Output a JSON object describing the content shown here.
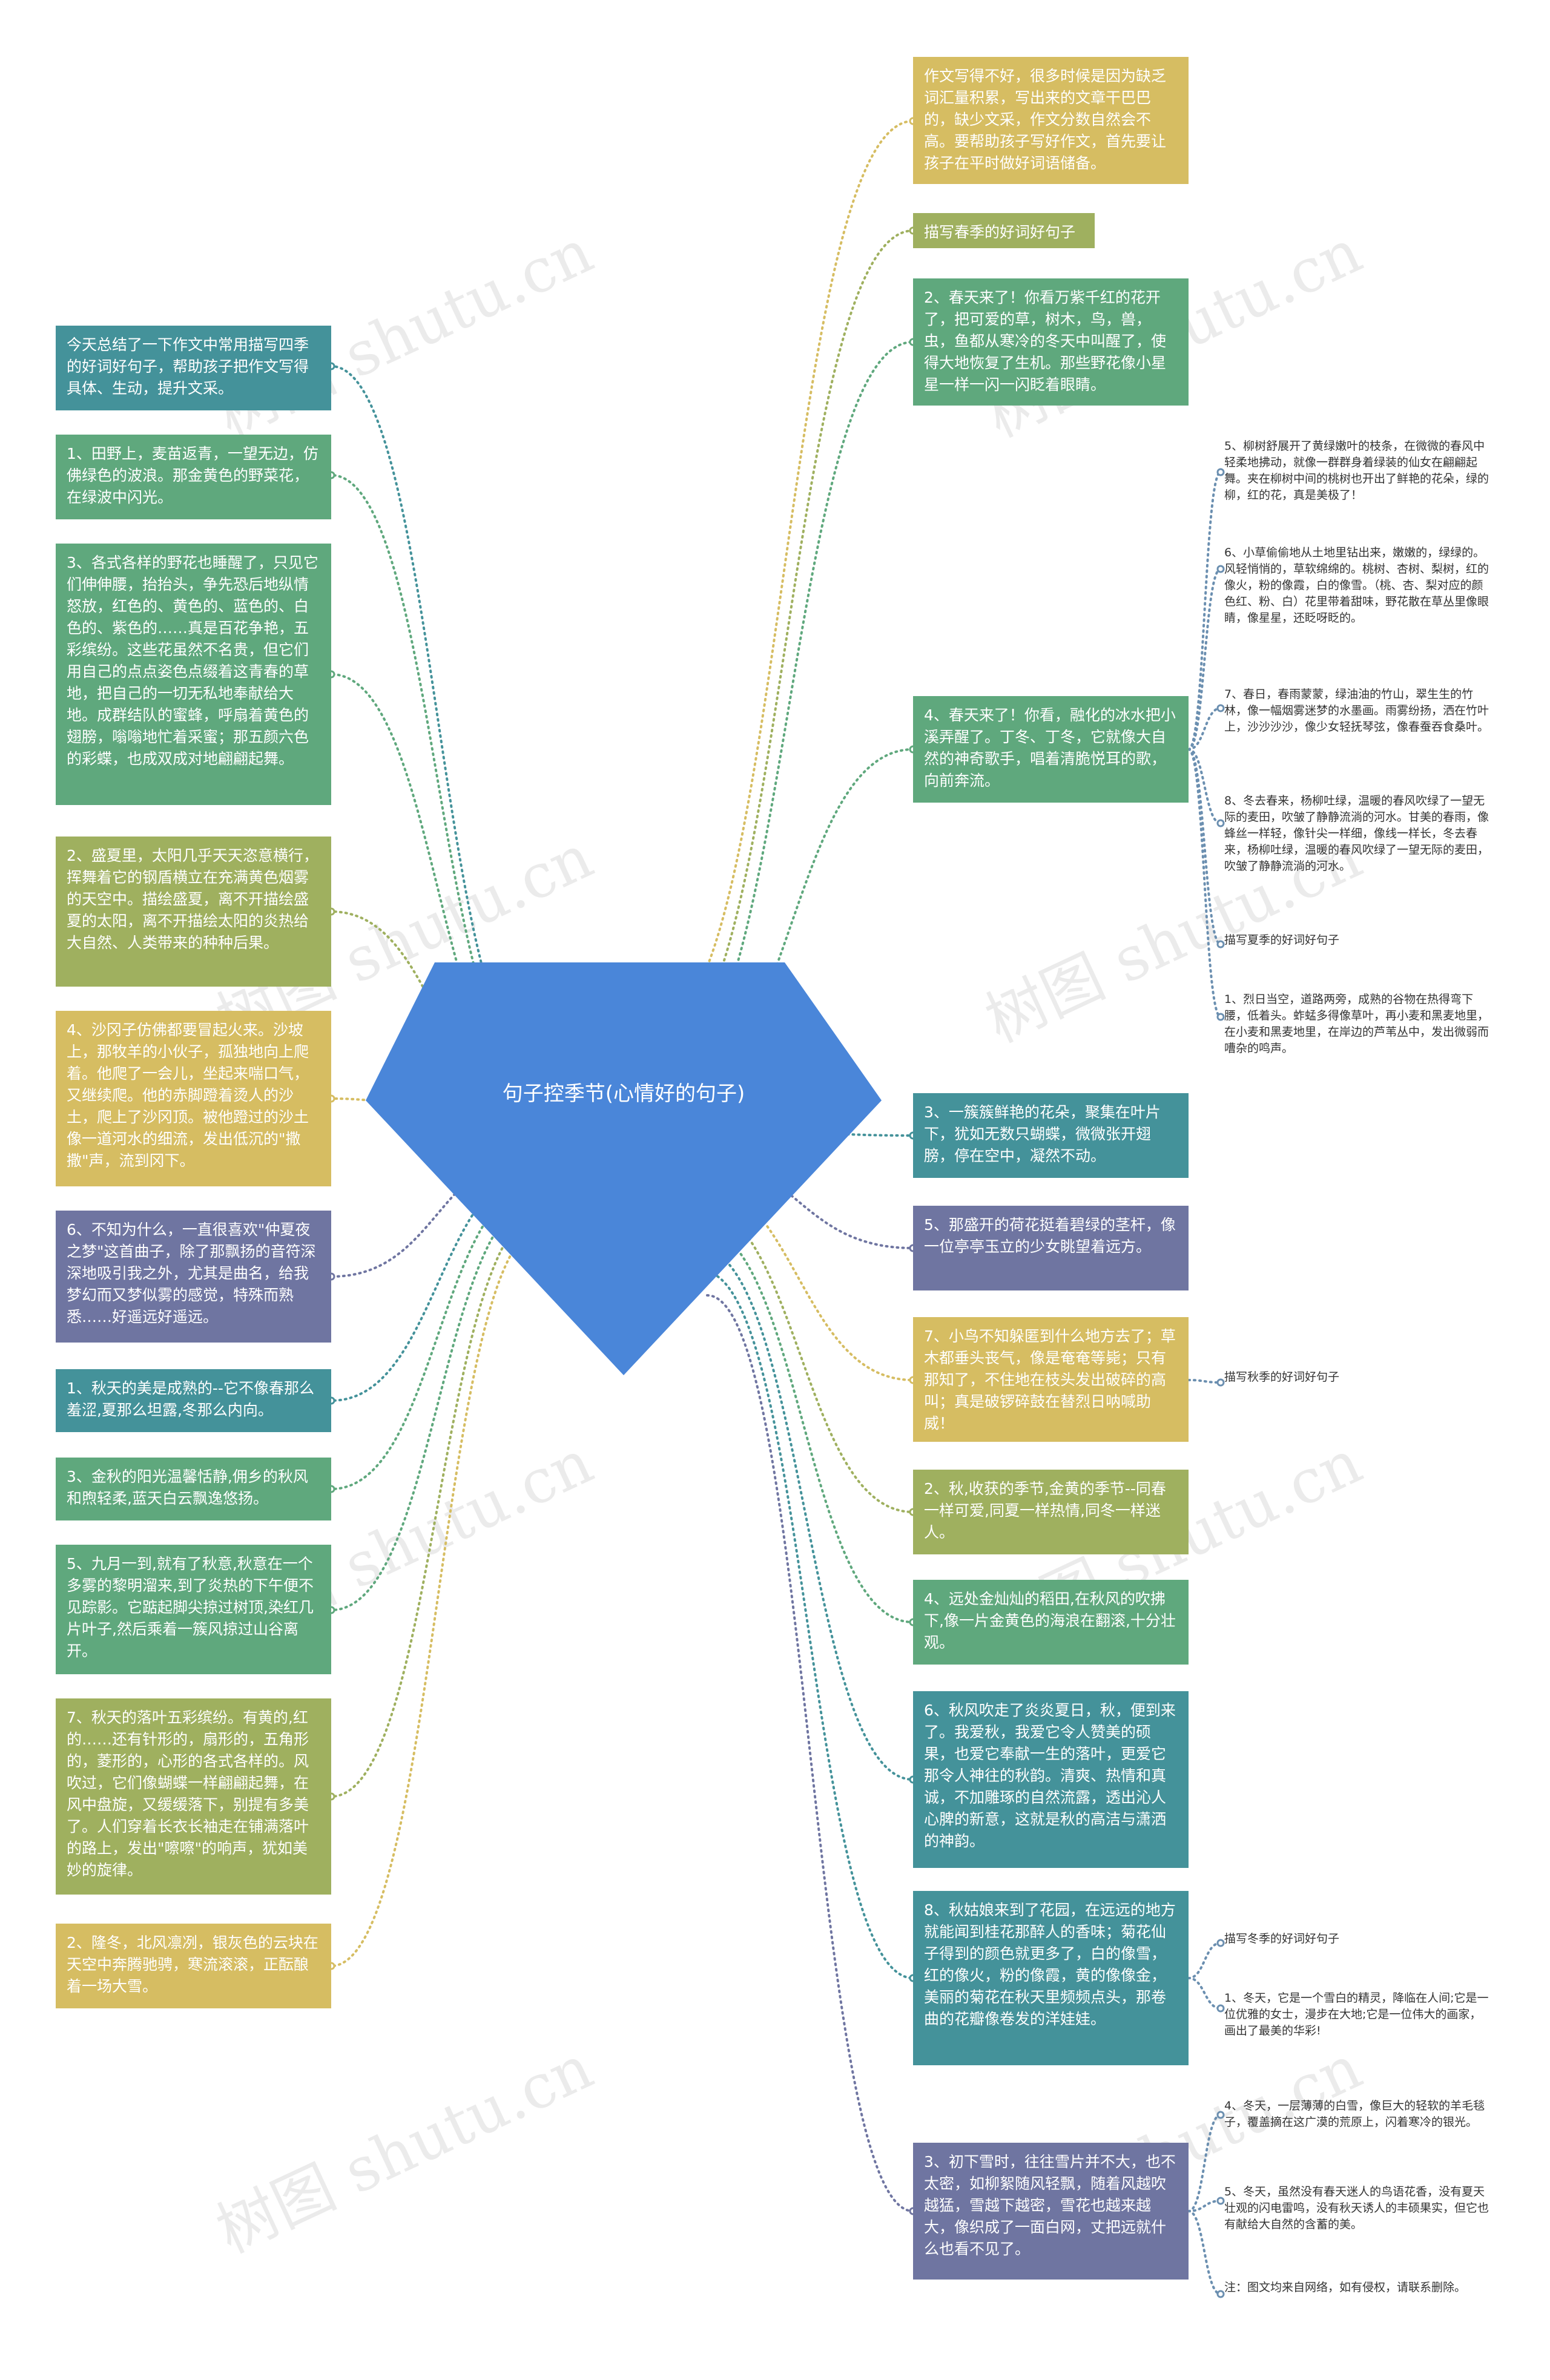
{
  "root": {
    "title": "句子控季节(心情好的句子)"
  },
  "left_nodes": [
    "今天总结了一下作文中常用描写四季的好词好句子，帮助孩子把作文写得具体、生动，提升文采。",
    "1、田野上，麦苗返青，一望无边，仿佛绿色的波浪。那金黄色的野菜花，在绿波中闪光。",
    "3、各式各样的野花也睡醒了，只见它们伸伸腰，抬抬头，争先恐后地纵情怒放，红色的、黄色的、蓝色的、白色的、紫色的……真是百花争艳，五彩缤纷。这些花虽然不名贵，但它们用自己的点点姿色点缀着这青春的草地，把自己的一切无私地奉献给大地。成群结队的蜜蜂，呼扇着黄色的翅膀，嗡嗡地忙着采蜜；那五颜六色的彩蝶，也成双成对地翩翩起舞。",
    "2、盛夏里，太阳几乎天天恣意横行，挥舞着它的钢盾横立在充满黄色烟雾的天空中。描绘盛夏，离不开描绘盛夏的太阳，离不开描绘太阳的炎热给大自然、人类带来的种种后果。",
    "4、沙冈子仿佛都要冒起火来。沙坡上，那牧羊的小伙子，孤独地向上爬着。他爬了一会儿，坐起来喘口气，又继续爬。他的赤脚蹬着烫人的沙土，爬上了沙冈顶。被他蹬过的沙土像一道河水的细流，发出低沉的\"撒撒\"声，流到冈下。",
    "6、不知为什么，一直很喜欢\"仲夏夜之梦\"这首曲子，除了那飘扬的音符深深地吸引我之外，尤其是曲名，给我梦幻而又梦似雾的感觉，特殊而熟悉……好遥远好遥远。",
    "1、秋天的美是成熟的--它不像春那么羞涩,夏那么坦露,冬那么内向。",
    "3、金秋的阳光温馨恬静,佣乡的秋风和煦轻柔,蓝天白云飘逸悠扬。",
    "5、九月一到,就有了秋意,秋意在一个多雾的黎明溜来,到了炎热的下午便不见踪影。它踮起脚尖掠过树顶,染红几片叶子,然后乘着一簇风掠过山谷离开。",
    "7、秋天的落叶五彩缤纷。有黄的,红的……还有针形的，扇形的，五角形的，菱形的，心形的各式各样的。风吹过，它们像蝴蝶一样翩翩起舞，在风中盘旋，又缓缓落下，别提有多美了。人们穿着长衣长袖走在铺满落叶的路上，发出\"嚓嚓\"的响声，犹如美妙的旋律。",
    "2、隆冬，北风凛冽，银灰色的云块在天空中奔腾驰骋，寒流滚滚，正酝酿着一场大雪。"
  ],
  "right_nodes": [
    "作文写得不好，很多时候是因为缺乏词汇量积累，写出来的文章干巴巴的，缺少文采，作文分数自然会不高。要帮助孩子写好作文，首先要让孩子在平时做好词语储备。",
    "描写春季的好词好句子",
    "2、春天来了！你看万紫千红的花开了，把可爱的草，树木，鸟，兽，虫，鱼都从寒冷的冬天中叫醒了，使得大地恢复了生机。那些野花像小星星一样一闪一闪眨着眼睛。",
    "4、春天来了！你看，融化的冰水把小溪弄醒了。丁冬、丁冬，它就像大自然的神奇歌手，唱着清脆悦耳的歌，向前奔流。",
    "3、一簇簇鲜艳的花朵，聚集在叶片下，犹如无数只蝴蝶，微微张开翅膀，停在空中，凝然不动。",
    "5、那盛开的荷花挺着碧绿的茎杆，像一位亭亭玉立的少女眺望着远方。",
    "7、小鸟不知躲匿到什么地方去了；草木都垂头丧气，像是奄奄等毙；只有那知了，不住地在枝头发出破碎的高叫；真是破锣碎鼓在替烈日呐喊助威！",
    "2、秋,收获的季节,金黄的季节--同春一样可爱,同夏一样热情,同冬一样迷人。",
    "4、远处金灿灿的稻田,在秋风的吹拂下,像一片金黄色的海浪在翻滚,十分壮观。",
    "6、秋风吹走了炎炎夏日，秋，便到来了。我爱秋，我爱它令人赞美的硕果，也爱它奉献一生的落叶，更爱它那令人神往的秋韵。清爽、热情和真诚，不加雕琢的自然流露，透出沁人心脾的新意，这就是秋的高洁与潇洒的神韵。",
    "8、秋姑娘来到了花园，在远远的地方就能闻到桂花那醉人的香味；菊花仙子得到的颜色就更多了，白的像雪，红的像火，粉的像霞，黄的像像金，美丽的菊花在秋天里频频点头，那卷曲的花瓣像卷发的洋娃娃。",
    "3、初下雪时，往往雪片并不大，也不太密，如柳絮随风轻飘，随着风越吹越猛，雪越下越密，雪花也越来越大，像织成了一面白网，丈把远就什么也看不见了。"
  ],
  "far_right": [
    "5、柳树舒展开了黄绿嫩叶的枝条，在微微的春风中轻柔地拂动，就像一群群身着绿装的仙女在翩翩起舞。夹在柳树中间的桃树也开出了鲜艳的花朵，绿的柳，红的花，真是美极了！",
    "6、小草偷偷地从土地里钻出来，嫩嫩的，绿绿的。风轻悄悄的，草软绵绵的。桃树、杏树、梨树，红的像火，粉的像霞，白的像雪。（桃、杏、梨对应的颜色红、粉、白）花里带着甜味，野花散在草丛里像眼睛，像星星，还眨呀眨的。",
    "7、春日，春雨蒙蒙，绿油油的竹山，翠生生的竹林，像一幅烟雾迷梦的水墨画。雨雾纷扬，洒在竹叶上，沙沙沙沙，像少女轻抚琴弦，像春蚕吞食桑叶。",
    "8、冬去春来，杨柳吐绿，温暖的春风吹绿了一望无际的麦田，吹皱了静静流淌的河水。甘美的春雨，像蜂丝一样轻，像针尖一样细，像线一样长，冬去春来，杨柳吐绿，温暖的春风吹绿了一望无际的麦田，吹皱了静静流淌的河水。",
    "描写夏季的好词好句子",
    "1、烈日当空，道路两旁，成熟的谷物在热得弯下腰，低着头。蚱蜢多得像草叶，再小麦和黑麦地里，在小麦和黑麦地里，在岸边的芦苇丛中，发出微弱而嘈杂的鸣声。",
    "描写秋季的好词好句子",
    "描写冬季的好词好句子",
    "1、冬天，它是一个雪白的精灵，降临在人间;它是一位优雅的女士，漫步在大地;它是一位伟大的画家，画出了最美的华彩!",
    "4、冬天，一层薄薄的白雪，像巨大的轻软的羊毛毯子，覆盖摘在这广漠的荒原上，闪着寒冷的银光。",
    "5、冬天，虽然没有春天迷人的鸟语花香，没有夏天壮观的闪电雷鸣，没有秋天诱人的丰硕果实，但它也有献给大自然的含蓄的美。",
    "注：图文均来自网络，如有侵权，请联系删除。"
  ],
  "watermark": "树图 shutu.cn",
  "colors": {
    "root": "#4a86d9",
    "teal": "#44929a",
    "green": "#5fa87d",
    "olive": "#9fb05f",
    "yellow": "#d6bd62",
    "purple": "#6f75a1"
  }
}
